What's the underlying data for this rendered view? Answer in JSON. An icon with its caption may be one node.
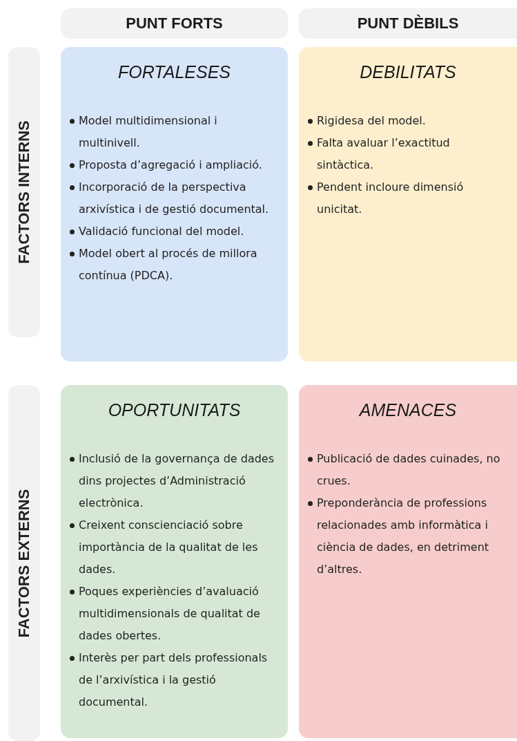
{
  "diagram": {
    "nodes": [
      {
        "text": [
          "PUNT FORTS"
        ]
      },
      {
        "text": [
          "PUNT DÈBILS"
        ]
      },
      {
        "text": [
          "FACTORS INTERNS"
        ]
      },
      {
        "text": [
          "FORTALESES",
          "Model multidimensional i multinivell.",
          "Proposta d’agregació i ampliació.",
          "Incorporació de la perspectiva arxivística i de gestió documental.",
          "Validació funcional del model.",
          "Model obert al procés de millora contínua (PDCA)."
        ]
      },
      {
        "text": [
          "DEBILITATS",
          "Rigidesa del model.",
          "Falta avaluar l’exactitud sintàctica.",
          "Pendent incloure dimensió unicitat."
        ]
      },
      {
        "text": [
          "FACTORS EXTERNS"
        ]
      },
      {
        "text": [
          "OPORTUNITATS",
          "Inclusió de la governança de dades dins projectes d’Administració electrònica.",
          "Creixent conscienciació sobre importància de la qualitat de les dades.",
          "Poques experiències d’avaluació multidimensionals de qualitat de dades obertes.",
          "Interès per part dels professionals de l’arxivística i la gestió documental."
        ]
      },
      {
        "text": [
          "AMENACES",
          "Publicació de dades cuinades, no crues.",
          "Preponderància de professions relacionades amb informàtica i ciència de dades, en detriment d’altres."
        ]
      }
    ]
  }
}
